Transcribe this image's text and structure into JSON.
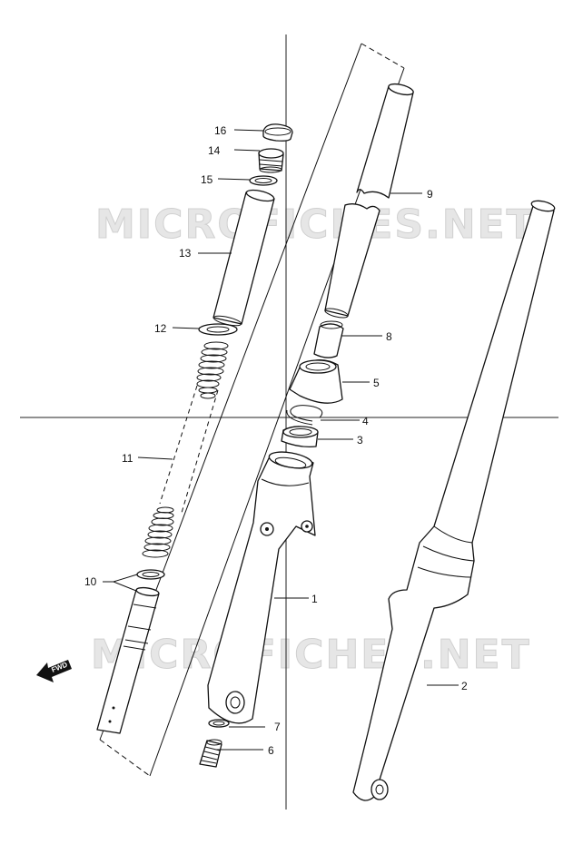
{
  "watermark": {
    "text": "MICROFICHES.NET"
  },
  "fwd_label": "FWD",
  "callouts": {
    "p1": "1",
    "p2": "2",
    "p3": "3",
    "p4": "4",
    "p5": "5",
    "p6": "6",
    "p7": "7",
    "p8": "8",
    "p9": "9",
    "p10": "10",
    "p11": "11",
    "p12": "12",
    "p13": "13",
    "p14": "14",
    "p15": "15",
    "p16": "16"
  }
}
